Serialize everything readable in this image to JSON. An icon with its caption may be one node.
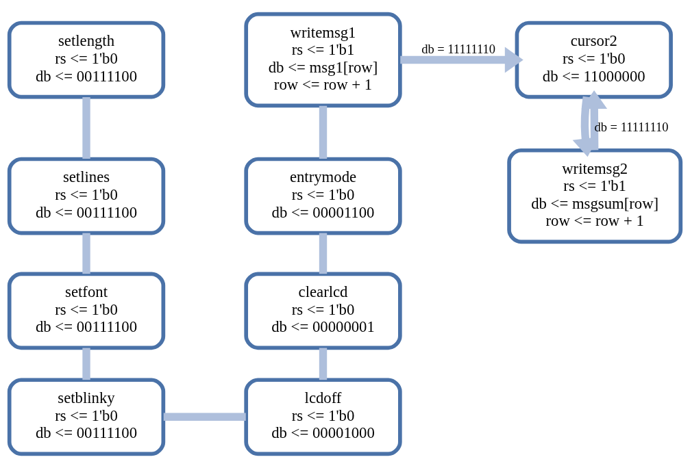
{
  "diagram": {
    "nodes": [
      {
        "text": [
          "setlength",
          "rs <= 1'b0",
          "db <= 00111100"
        ]
      },
      {
        "text": [
          "setlines",
          "rs <= 1'b0",
          "db <= 00111100"
        ]
      },
      {
        "text": [
          "setfont",
          "rs <= 1'b0",
          "db <= 00111100"
        ]
      },
      {
        "text": [
          "setblinky",
          "rs <= 1'b0",
          "db <= 00111100"
        ]
      },
      {
        "text": [
          "lcdoff",
          "rs <= 1'b0",
          "db <= 00001000"
        ]
      },
      {
        "text": [
          "clearlcd",
          "rs <= 1'b0",
          "db <= 00000001"
        ]
      },
      {
        "text": [
          "entrymode",
          "rs <= 1'b0",
          "db <= 00001100"
        ]
      },
      {
        "text": [
          "writemsg1",
          "rs <= 1'b1",
          "db <= msg1[row]",
          "row <= row + 1"
        ]
      },
      {
        "text": [
          "cursor2",
          "rs <= 1'b0",
          "db <= 11000000"
        ]
      },
      {
        "text": [
          "writemsg2",
          "rs <= 1'b1",
          "db <= msgsum[row]",
          "row <= row + 1"
        ]
      }
    ],
    "edges": [
      {
        "from": 0,
        "to": 1,
        "arrow": "none"
      },
      {
        "from": 1,
        "to": 2,
        "arrow": "none"
      },
      {
        "from": 2,
        "to": 3,
        "arrow": "none"
      },
      {
        "from": 3,
        "to": 4,
        "arrow": "none"
      },
      {
        "from": 4,
        "to": 5,
        "arrow": "none"
      },
      {
        "from": 5,
        "to": 6,
        "arrow": "none"
      },
      {
        "from": 6,
        "to": 7,
        "arrow": "none"
      },
      {
        "from": 7,
        "to": 8,
        "arrow": "to",
        "label": "db = 11111110"
      },
      {
        "from": 8,
        "to": 9,
        "arrow": "to"
      },
      {
        "from": 9,
        "to": 8,
        "arrow": "to",
        "label": "db = 11111110"
      }
    ]
  }
}
